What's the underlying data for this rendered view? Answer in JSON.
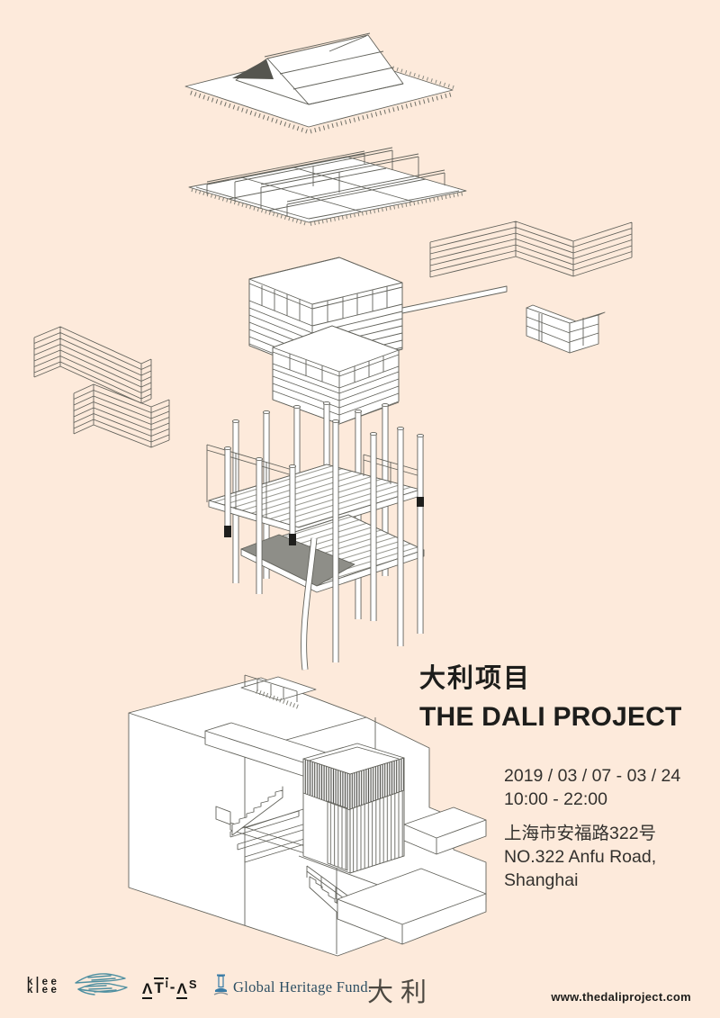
{
  "poster": {
    "colors": {
      "background": "#fdeadb",
      "ink": "#1d1d1b",
      "line_gray": "#63635c",
      "hands_teal": "#4e8fa0",
      "ghf_blue": "#2d4f63"
    }
  },
  "title": {
    "cn": "大利项目",
    "en": "THE DALI PROJECT"
  },
  "event": {
    "date_range": "2019 / 03 / 07 - 03 / 24",
    "hours": "10:00 - 22:00"
  },
  "location": {
    "address_cn": "上海市安福路322号",
    "address_en": "NO.322 Anfu Road,",
    "address_city": "Shanghai"
  },
  "footer": {
    "logos": [
      {
        "name": "klee-klee-wordmark",
        "line1": "klee",
        "line2": "klee"
      },
      {
        "name": "hands-logo"
      },
      {
        "name": "atlas-wordmark",
        "glyphs": [
          "Λ",
          "T",
          "I",
          "-",
          "Λ",
          "S"
        ]
      },
      {
        "name": "global-heritage-fund-logo",
        "text": "Global Heritage Fund."
      },
      {
        "name": "dali-wordmark",
        "text": "大利"
      }
    ],
    "website": "www.thedaliproject.com"
  },
  "illustration": {
    "name": "exploded-axonometric-drawing",
    "layers": [
      "roof",
      "roof-framing",
      "slat-rails-right",
      "plank-panel",
      "clapboard-box",
      "slat-rails-left",
      "stilt-platform",
      "gallery-building"
    ]
  }
}
